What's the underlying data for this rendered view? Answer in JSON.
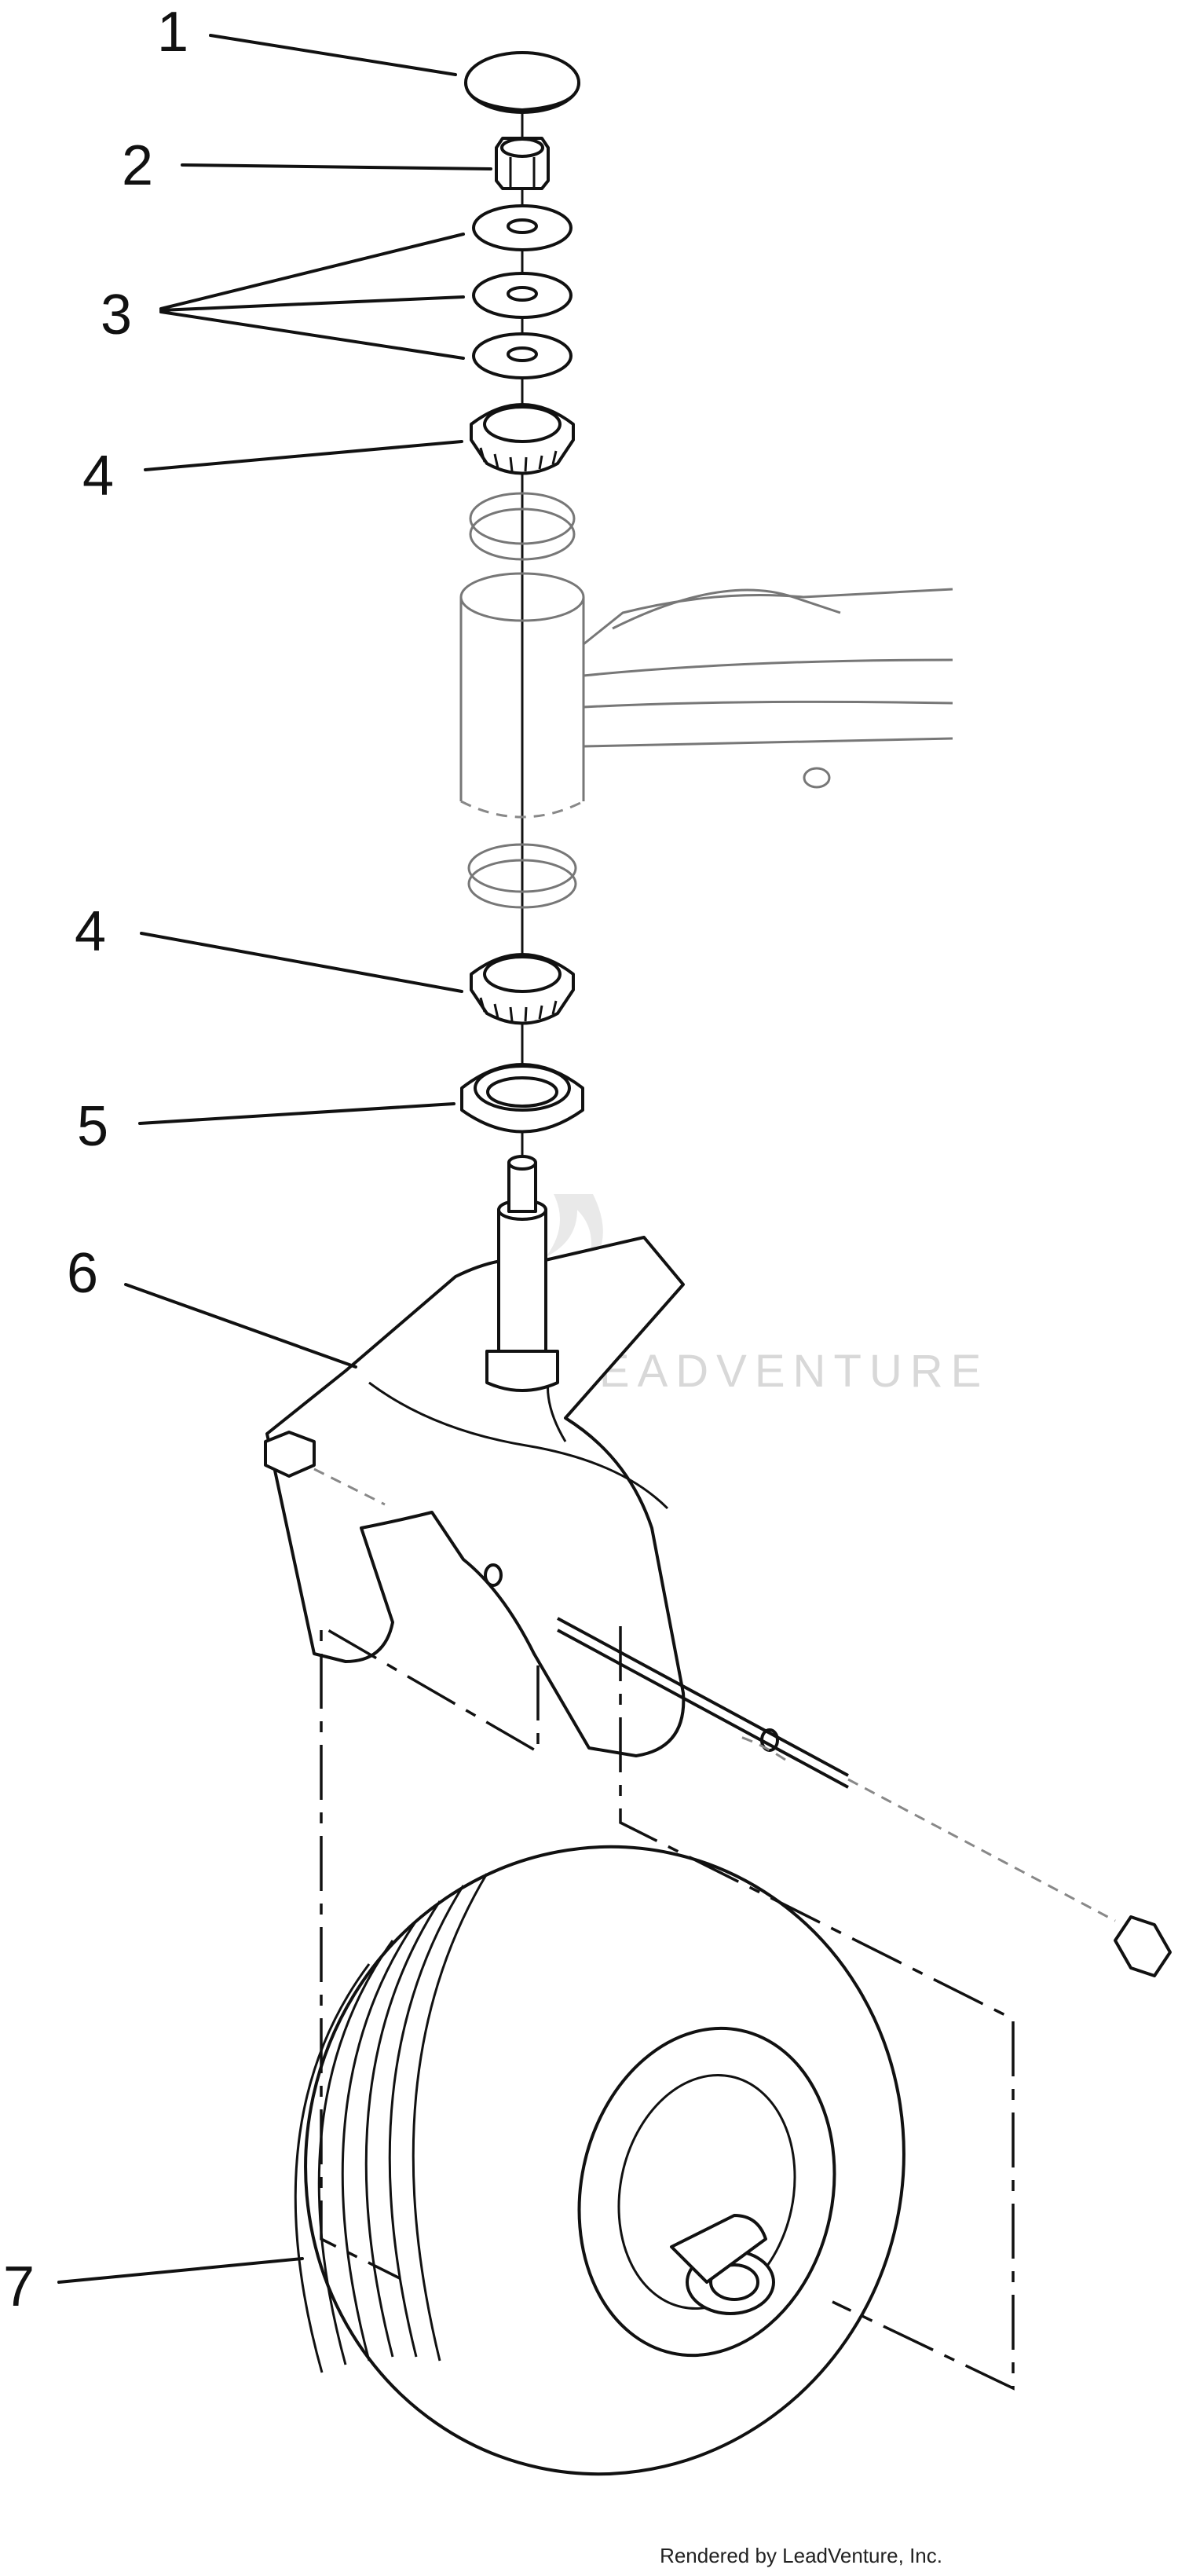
{
  "callouts": [
    {
      "id": "1",
      "label": "1"
    },
    {
      "id": "2",
      "label": "2"
    },
    {
      "id": "3",
      "label": "3"
    },
    {
      "id": "4a",
      "label": "4"
    },
    {
      "id": "4b",
      "label": "4"
    },
    {
      "id": "5",
      "label": "5"
    },
    {
      "id": "6",
      "label": "6"
    },
    {
      "id": "7",
      "label": "7"
    }
  ],
  "watermark": "LEADVENTURE",
  "footer": {
    "credit": "Rendered by LeadVenture, Inc."
  },
  "colors": {
    "line": "#111111",
    "background": "#ffffff",
    "watermark": "#d8d8d8"
  }
}
